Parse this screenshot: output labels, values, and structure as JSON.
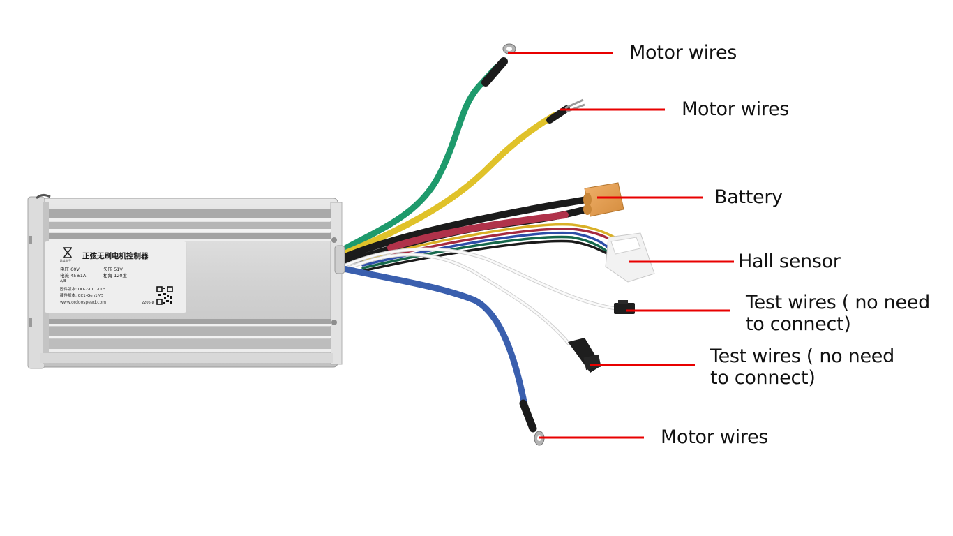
{
  "diagram": {
    "subject": "Sine wave brushless motor controller wiring",
    "colors": {
      "leader_line": "#e80000",
      "label_text": "#111111",
      "wire_green": "#1e9a6c",
      "wire_yellow": "#e0c22a",
      "wire_blue": "#3a5fae",
      "wire_black": "#1b1b1b",
      "wire_red": "#b0324a",
      "wire_white": "#f4f4f4",
      "battery_connector": "#e59f4f",
      "hall_connector": "#f3f3f3",
      "case": "#c9c9c9"
    },
    "callouts": [
      {
        "id": "motor-wires-green",
        "label": "Motor wires"
      },
      {
        "id": "motor-wires-yellow",
        "label": "Motor wires"
      },
      {
        "id": "battery",
        "label": "Battery"
      },
      {
        "id": "hall-sensor",
        "label": "Hall sensor"
      },
      {
        "id": "test-wires-1",
        "label": "Test wires ( no need to connect)"
      },
      {
        "id": "test-wires-2",
        "label": "Test wires ( no need to connect)"
      },
      {
        "id": "motor-wires-blue",
        "label": "Motor wires"
      }
    ],
    "sticker": {
      "title": "正弦无刷电机控制器",
      "brand": "欧度电子",
      "voltage": "电压 60V",
      "current": "电流 45±1A",
      "undervoltage": "欠压 51V",
      "phase_angle": "相角 120度",
      "ab": "A/B",
      "software_version": "固件版本: OO-2-CC1-005",
      "hardware_version": "硬件版本: CC1-Gen1-V5",
      "website": "www.ordoospeed.com",
      "batch": "2206-D"
    }
  }
}
